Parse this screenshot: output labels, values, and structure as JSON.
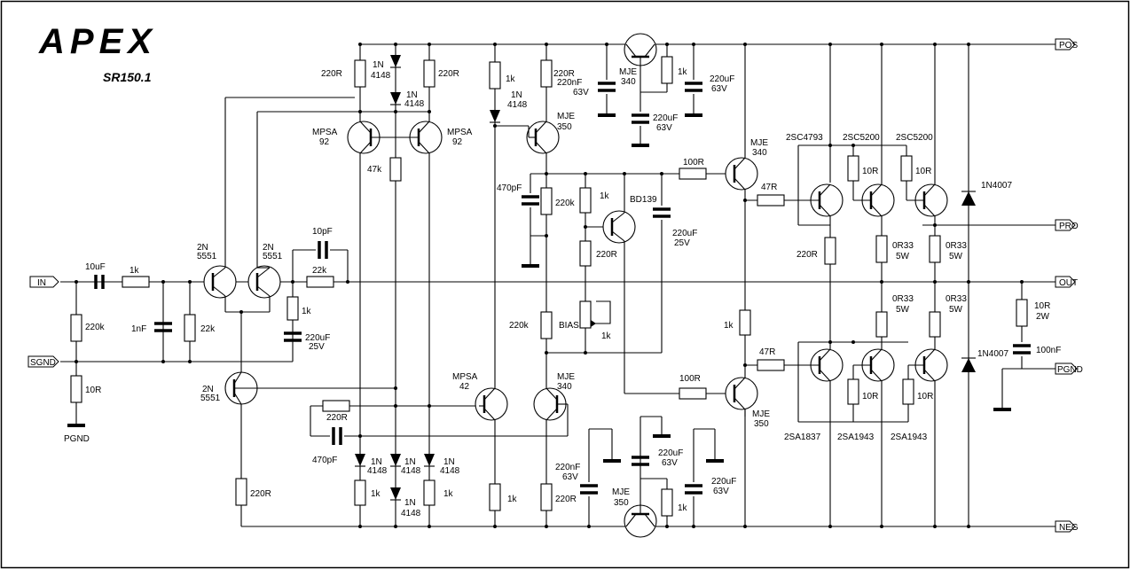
{
  "title": {
    "brand": "APEX",
    "model": "SR150.1"
  },
  "rails": {
    "pos": "POS",
    "neg": "NEG",
    "pro": "PRO",
    "out": "OUT",
    "in": "IN",
    "sgnd": "SGND",
    "pgnd": "PGND"
  },
  "labels": {
    "c_in": "10uF",
    "r_in": "1k",
    "r_220k_in": "220k",
    "c_1nf": "1nF",
    "r_22k_a": "22k",
    "r_10r_gnd": "10R",
    "pgnd_left": "PGND",
    "q_in_a1": "2N",
    "q_in_a2": "5551",
    "q_in_b1": "2N",
    "q_in_b2": "5551",
    "c_10pf": "10pF",
    "r_22k_fb": "22k",
    "r_1k_fb": "1k",
    "c_220u_25a": "220uF",
    "c_220u_25b": "25V",
    "q_cs1": "2N",
    "q_cs2": "5551",
    "r_220r_cs": "220R",
    "r_220r_top": "220R",
    "d1a": "1N",
    "d1b": "4148",
    "d2a": "1N",
    "d2b": "4148",
    "r_220r_top2": "220R",
    "q_mpsa_a1": "MPSA",
    "q_mpsa_a2": "92",
    "q_mpsa_b1": "MPSA",
    "q_mpsa_b2": "92",
    "r_47k": "47k",
    "r_220r_mid": "220R",
    "c_470pf_low": "470pF",
    "d3a": "1N",
    "d3b": "4148",
    "d4a": "1N",
    "d4b": "4148",
    "d5a": "1N",
    "d5b": "4148",
    "d6a": "1N",
    "d6b": "4148",
    "r_1k_low_a": "1k",
    "r_1k_low_b": "1k",
    "r_1k_vas": "1k",
    "d7a": "1N",
    "d7b": "4148",
    "r_220r_vas": "220R",
    "q_mje350_a1": "MJE",
    "q_mje350_a2": "350",
    "c_220nf_a": "220nF",
    "c_220nf_a2": "63V",
    "q_mje340_top1": "MJE",
    "q_mje340_top2": "340",
    "r_1k_top": "1k",
    "c_220u_63a": "220uF",
    "c_220u_63a2": "63V",
    "c_220u_63b": "220uF",
    "c_220u_63b2": "63V",
    "c_470pf": "470pF",
    "r_220k_v": "220k",
    "r_1k_bias": "1k",
    "q_bd139": "BD139",
    "r_220r_bias": "220R",
    "c_220u_25c": "220uF",
    "c_220u_25c2": "25V",
    "r_220k_v2": "220k",
    "bias": "BIAS",
    "r_1k_pot": "1k",
    "q_mpsa42_1": "MPSA",
    "q_mpsa42_2": "42",
    "q_mje340_low1": "MJE",
    "q_mje340_low2": "340",
    "r_1k_low_c": "1k",
    "r_220r_low": "220R",
    "c_220nf_b": "220nF",
    "c_220nf_b2": "63V",
    "q_mje350_low1": "MJE",
    "q_mje350_low2": "350",
    "c_220u_63c": "220uF",
    "c_220u_63c2": "63V",
    "r_1k_low_d": "1k",
    "c_220u_63d": "220uF",
    "c_220u_63d2": "63V",
    "r_100r_a": "100R",
    "q_mje340_drv1": "MJE",
    "q_mje340_drv2": "340",
    "r_47r_a": "47R",
    "r_100r_b": "100R",
    "q_mje350_drv1": "MJE",
    "q_mje350_drv2": "350",
    "r_47r_b": "47R",
    "r_1k_drv": "1k",
    "q_2sc4793": "2SC4793",
    "q_2sc5200_a": "2SC5200",
    "q_2sc5200_b": "2SC5200",
    "r_10r_a": "10R",
    "r_10r_b": "10R",
    "r_220r_out": "220R",
    "r_0r33_a": "0R33",
    "r_0r33_a2": "5W",
    "r_0r33_b": "0R33",
    "r_0r33_b2": "5W",
    "r_0r33_c": "0R33",
    "r_0r33_c2": "5W",
    "r_0r33_d": "0R33",
    "r_0r33_d2": "5W",
    "r_10r_c": "10R",
    "r_10r_d": "10R",
    "q_2sa1837": "2SA1837",
    "q_2sa1943_a": "2SA1943",
    "q_2sa1943_b": "2SA1943",
    "d_1n4007_a": "1N4007",
    "d_1n4007_b": "1N4007",
    "r_zobel": "10R",
    "r_zobel2": "2W",
    "c_zobel": "100nF"
  }
}
